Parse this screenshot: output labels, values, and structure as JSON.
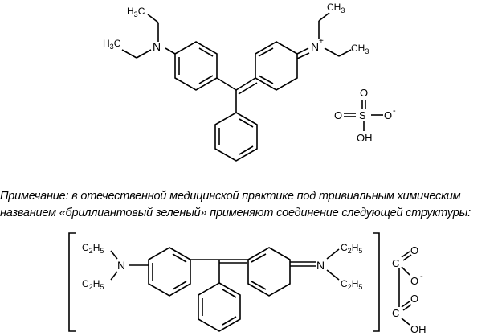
{
  "note": {
    "line1": "Примечание: в отечественной медицинской практике под тривиальным химическим",
    "line2": "названием «бриллиантовый зеленый» применяют соединение следующей структуры:"
  },
  "top_structure": {
    "h3c_1": "H3C",
    "ch3_1": "CH3",
    "ch3_2": "CH3",
    "n_left": "N",
    "n_right": "N",
    "plus": "+",
    "h3c_2": "H3C",
    "sulfate": {
      "o_top": "O",
      "o_left": "O",
      "s": "S",
      "o_right": "O",
      "minus": "-",
      "oh": "OH"
    }
  },
  "bottom_structure": {
    "c2h5_tl": "C2H5",
    "c2h5_bl": "C2H5",
    "c2h5_tr": "C2H5",
    "c2h5_br": "C2H5",
    "n_left": "N",
    "n_right": "N",
    "oxalate": {
      "c1": "C",
      "o1": "O",
      "o2": "O",
      "minus": "-",
      "c2": "C",
      "o3": "O",
      "oh": "OH"
    }
  }
}
